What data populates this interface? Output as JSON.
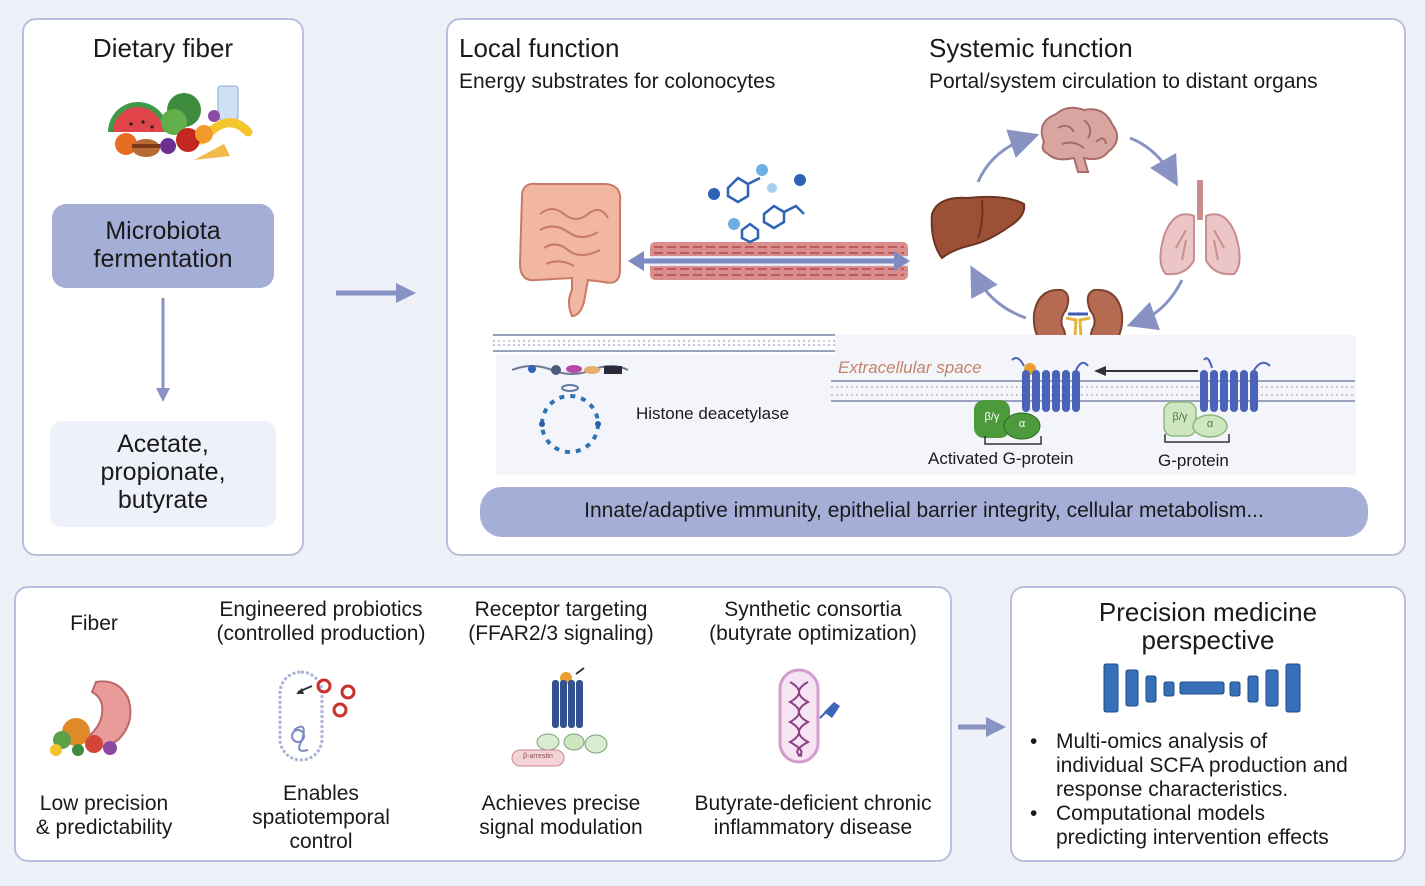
{
  "fiber_panel": {
    "title": "Dietary fiber",
    "fermentation_box": [
      "Microbiota",
      "fermentation"
    ],
    "scfa_box": [
      "Acetate,",
      "propionate,",
      "butyrate"
    ]
  },
  "function_panel": {
    "local_title": "Local function",
    "local_subtitle": "Energy substrates for colonocytes",
    "systemic_title": "Systemic function",
    "systemic_subtitle": "Portal/system circulation to distant organs",
    "hdac_label": "Histone deacetylase",
    "extracellular_label": "Extracellular space",
    "activated_gprotein_label": "Activated G-protein",
    "gprotein_label": "G-protein",
    "beta_gamma_label": "β/γ",
    "alpha_label": "α",
    "effects_banner": "Innate/adaptive immunity, epithelial barrier integrity, cellular metabolism..."
  },
  "strategies_panel": {
    "columns": [
      {
        "header": [
          "Fiber"
        ],
        "footer": [
          "Low precision",
          "& predictability"
        ]
      },
      {
        "header": [
          "Engineered probiotics",
          "(controlled production)"
        ],
        "footer": [
          "Enables",
          "spatiotemporal",
          "control"
        ]
      },
      {
        "header": [
          "Receptor targeting",
          "(FFAR2/3 signaling)"
        ],
        "footer": [
          "Achieves precise",
          "signal modulation"
        ]
      },
      {
        "header": [
          "Synthetic consortia",
          "(butyrate optimization)"
        ],
        "footer": [
          "Butyrate-deficient chronic",
          "inflammatory disease"
        ]
      }
    ],
    "arrestin_label": "β-arrestin"
  },
  "precision_panel": {
    "title": [
      "Precision medicine",
      "perspective"
    ],
    "bullets": [
      [
        "Multi-omics analysis of",
        "individual SCFA production and",
        "response characteristics."
      ],
      [
        "Computational models",
        "predicting intervention effects"
      ]
    ]
  },
  "colors": {
    "panel_border": "#b9bfdd",
    "box_fill": "#a4aed6",
    "light_box": "#eef1f9",
    "arrow": "#8993c3",
    "receptor": "#4a63b8",
    "g_active": "#4c9a3c",
    "g_inactive": "#cfe7c0"
  }
}
